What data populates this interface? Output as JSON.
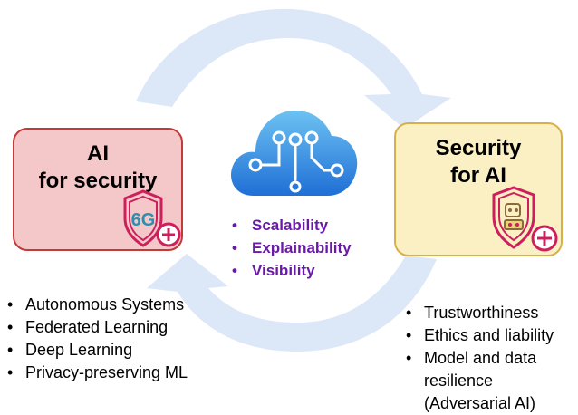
{
  "left_box": {
    "title_line1": "AI",
    "title_line2": "for security",
    "badge_text": "6G",
    "badge_icon": "shield-6g-plus-icon",
    "fill": "#f4c8c8",
    "border": "#c23a3a"
  },
  "right_box": {
    "title_line1": "Security",
    "title_line2": "for AI",
    "badge_icon": "shield-robot-plus-icon",
    "fill": "#fbefc4",
    "border": "#d8b04a"
  },
  "center": {
    "icon": "cloud-circuit-icon",
    "items": [
      "Scalability",
      "Explainability",
      "Visibility"
    ],
    "text_color": "#6a1aa8"
  },
  "left_list": {
    "items": [
      "Autonomous Systems",
      "Federated Learning",
      "Deep Learning",
      "Privacy-preserving ML"
    ]
  },
  "right_list": {
    "items": [
      "Trustworthiness",
      "Ethics and liability",
      "Model and data resilience (Adversarial AI)"
    ]
  },
  "cycle_arrows": {
    "color": "#dce8f7",
    "icon": "circular-arrows-icon"
  },
  "badge_color": "#cc1f5c"
}
